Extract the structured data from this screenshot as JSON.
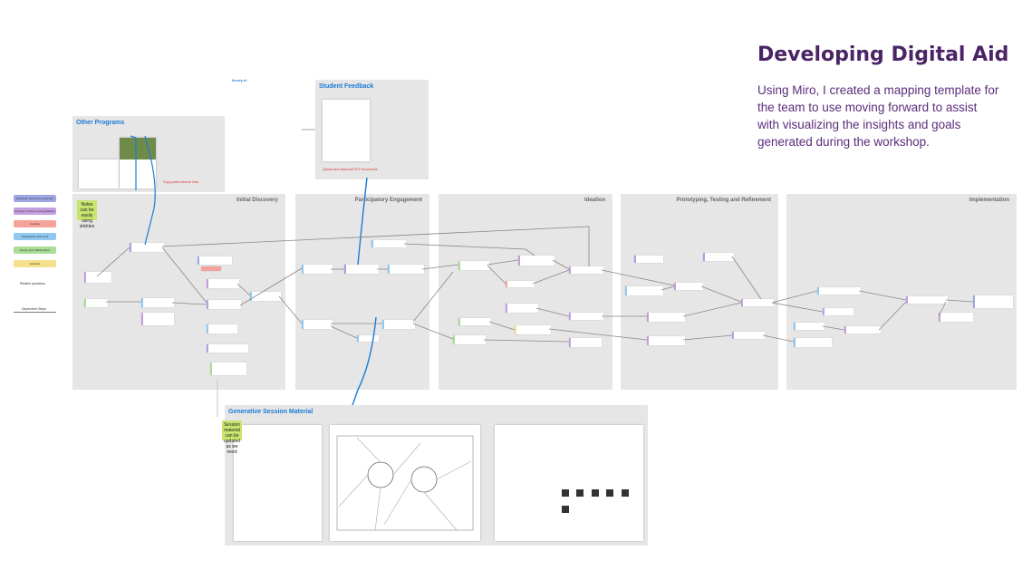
{
  "header": {
    "title": "Developing Digital Aid",
    "description": "Using Miro, I created a mapping template for the team to use moving forward to assist with visualizing the insights and goals generated during the workshop."
  },
  "boards": {
    "other_programs": {
      "title": "Other Programs",
      "link_note": "Copy paste external links"
    },
    "student_feedback": {
      "title": "Student Feedback",
      "upload_note": "Upload and download PDF Documents"
    },
    "survey": {
      "title": "Survey v1"
    },
    "generative": {
      "title": "Generative Session Material",
      "sticky": "Session material can be updated as we need"
    }
  },
  "notes_sticky": "Notes can be easily using stickies",
  "stages": [
    "Initial Discovery",
    "Participatory Engagement",
    "Ideation",
    "Prototyping, Testing and Refinement",
    "Implementation"
  ],
  "legend": {
    "items": [
      {
        "label": "Research questions and goals",
        "color": "#9ea6e6"
      },
      {
        "label": "Program structure and guidelines",
        "color": "#c49fe0"
      },
      {
        "label": "Funding",
        "color": "#f5a39a"
      },
      {
        "label": "Participation and input",
        "color": "#8fc8f0"
      },
      {
        "label": "People and Stakeholders",
        "color": "#a8dd96"
      },
      {
        "label": "Activities",
        "color": "#f5e18a"
      }
    ],
    "related": "Related questions",
    "dependent": "Dependent Steps"
  },
  "colors": {
    "title": "#4a2466",
    "desc": "#5b2d7a",
    "link": "#1a7bd6",
    "panel": "#e6e6e6",
    "sticky_green": "#c8e66e"
  }
}
